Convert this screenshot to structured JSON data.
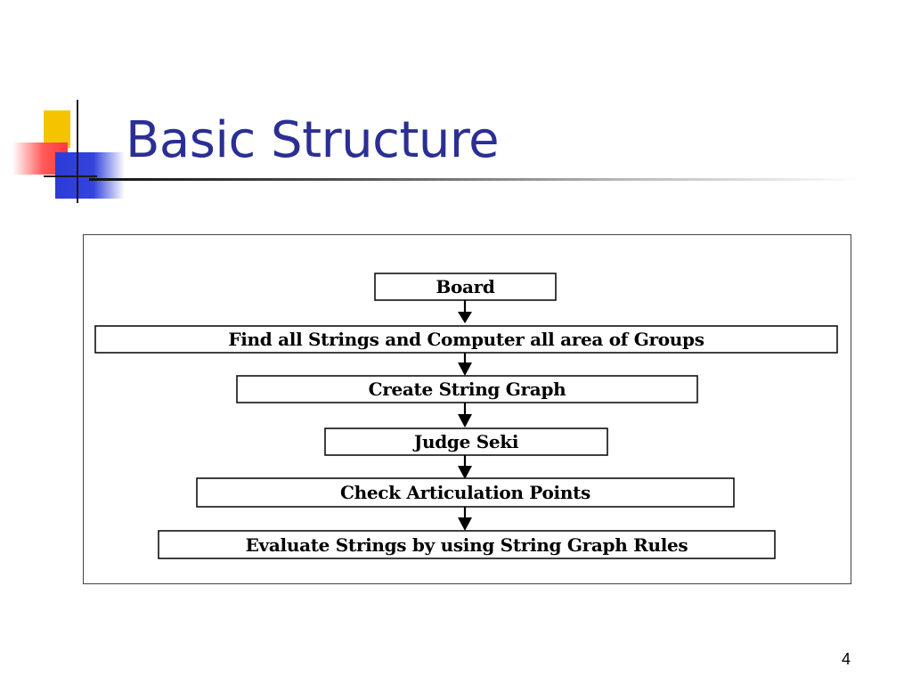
{
  "slide": {
    "title": "Basic Structure",
    "page_number": "4"
  },
  "diagram": {
    "steps": [
      {
        "label": "Board"
      },
      {
        "label": "Find all Strings and Computer all area of Groups"
      },
      {
        "label": "Create String Graph"
      },
      {
        "label": "Judge Seki"
      },
      {
        "label": "Check Articulation Points"
      },
      {
        "label": "Evaluate Strings by using String Graph Rules"
      }
    ]
  },
  "colors": {
    "title": "#2b2f94",
    "ornament_yellow": "#f5c400",
    "ornament_red": "#ff3b3b",
    "ornament_blue": "#3344dd"
  }
}
